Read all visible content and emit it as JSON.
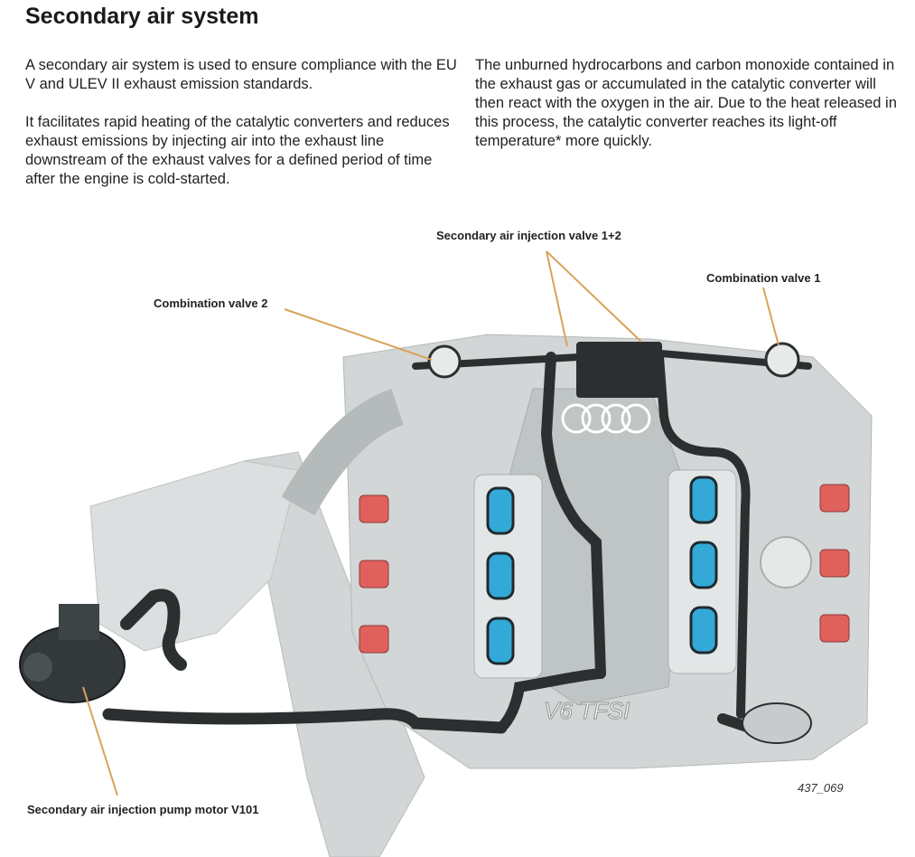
{
  "title": "Secondary air system",
  "left_column": {
    "p1": "A secondary air system is used to ensure compliance with the EU V and ULEV II exhaust emission standards.",
    "p2": "It facilitates rapid heating of the catalytic converters and reduces exhaust emissions by injecting air into the exhaust line downstream of the exhaust valves for a defined period of time after the engine is cold-started."
  },
  "right_column": {
    "p1": "The unburned hydrocarbons and carbon monoxide contained in the exhaust gas or accumulated in the catalytic converter will then react with the oxygen in the air. Due to the heat released in this process, the catalytic converter reaches its light-off temperature* more quickly."
  },
  "figure": {
    "labels": {
      "injection_valve": "Secondary air injection valve 1+2",
      "combination_valve_1": "Combination valve 1",
      "combination_valve_2": "Combination valve 2",
      "pump_motor": "Secondary air injection pump motor V101"
    },
    "engine_badge": "V6 TFSI",
    "figure_id": "437_069",
    "colors": {
      "leader": "#d9a35a",
      "hose": "#2b2f30",
      "engine": "#cfd3d3",
      "port": "#33a9d8",
      "coil": "#e0605c"
    }
  }
}
